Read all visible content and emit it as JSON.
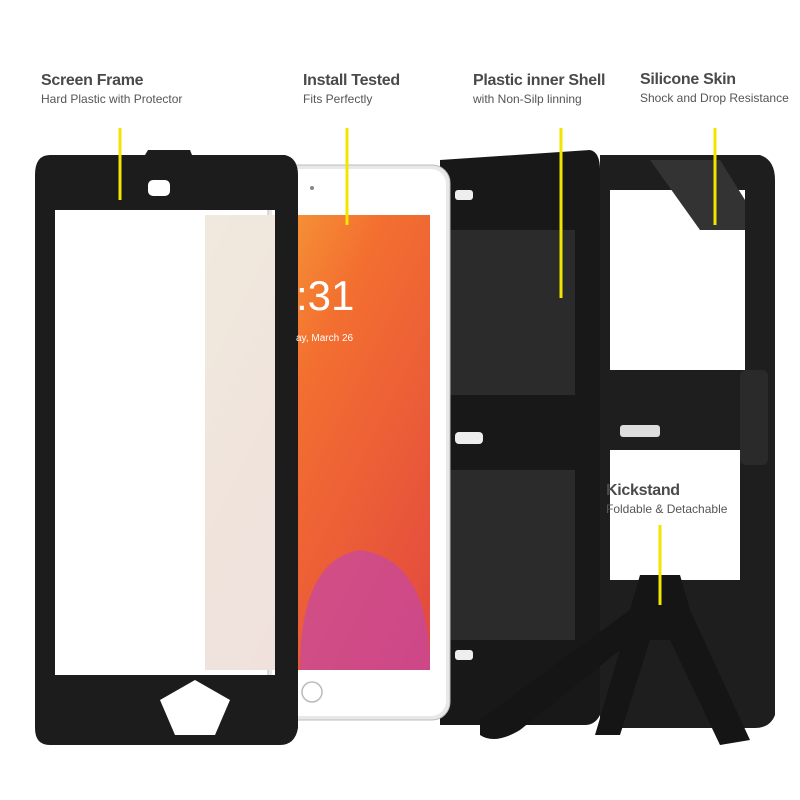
{
  "labels": [
    {
      "title": "Screen Frame",
      "subtitle": "Hard Plastic with Protector"
    },
    {
      "title": "Install Tested",
      "subtitle": "Fits Perfectly"
    },
    {
      "title": "Plastic inner Shell",
      "subtitle": "with Non-Silp linning"
    },
    {
      "title": "Silicone Skin",
      "subtitle": "Shock and Drop Resistance"
    },
    {
      "title": "Kickstand",
      "subtitle": "Foldable & Detachable"
    }
  ],
  "tablet_screen": {
    "time": ":31",
    "date": "ay, March 26"
  },
  "colors": {
    "accent": "#f2e500",
    "case": "#1c1c1c",
    "text": "#4a4a4a"
  }
}
